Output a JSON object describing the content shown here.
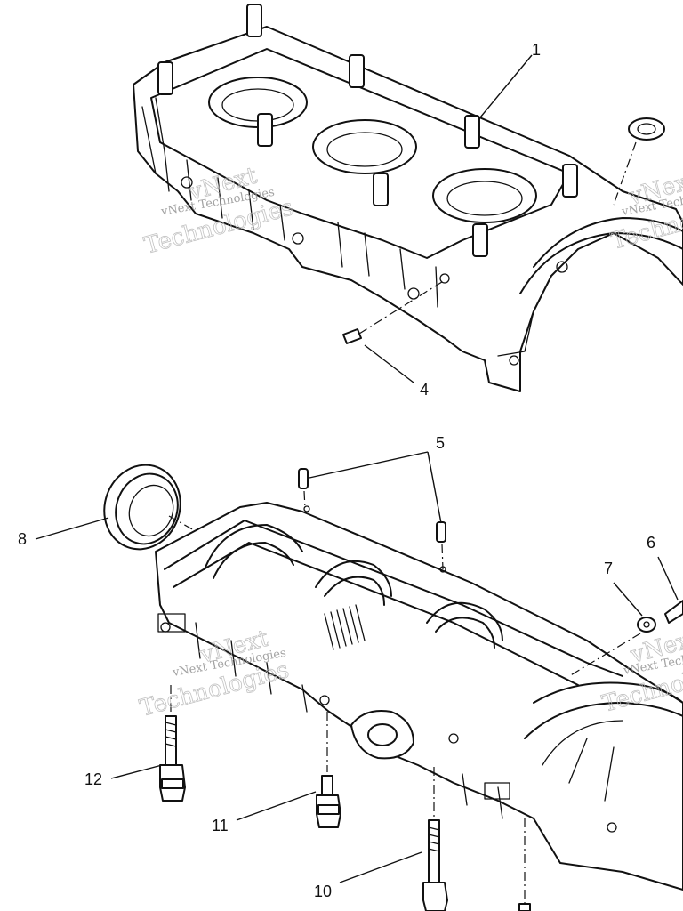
{
  "diagram": {
    "callouts": {
      "c1": "1",
      "c4": "4",
      "c5": "5",
      "c6": "6",
      "c7": "7",
      "c8": "8",
      "c10": "10",
      "c11": "11",
      "c12": "12"
    },
    "watermark": {
      "line1": "vNext Technologies",
      "line2": "vNext",
      "line3": "Technologies"
    }
  }
}
